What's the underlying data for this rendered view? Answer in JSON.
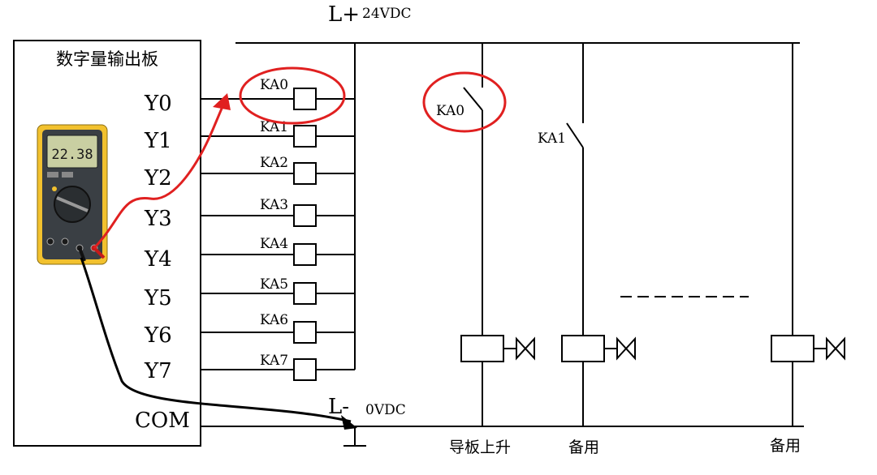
{
  "board": {
    "title": "数字量输出板",
    "outputs": [
      "Y0",
      "Y1",
      "Y2",
      "Y3",
      "Y4",
      "Y5",
      "Y6",
      "Y7"
    ],
    "common": "COM"
  },
  "supply": {
    "positive": "L+",
    "positive_voltage": "24VDC",
    "negative": "L-",
    "negative_voltage": "0VDC"
  },
  "relay_coils": [
    "KA0",
    "KA1",
    "KA2",
    "KA3",
    "KA4",
    "KA5",
    "KA6",
    "KA7"
  ],
  "contacts": [
    "KA0",
    "KA1"
  ],
  "loads": [
    "导板上升",
    "备用",
    "备用"
  ],
  "meter": {
    "reading": "22.38",
    "name": "digital multimeter"
  },
  "colors": {
    "highlight": "#e02020",
    "wire": "#000000",
    "meter_body": "#f2c12e",
    "meter_face": "#3a3f44",
    "meter_screen": "#c9cfa2"
  }
}
